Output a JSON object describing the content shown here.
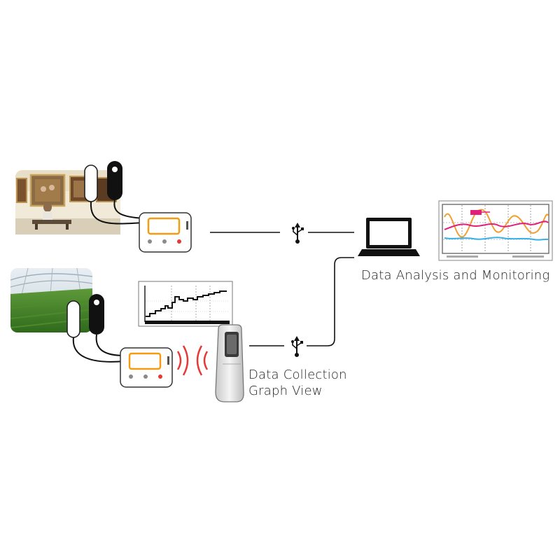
{
  "labels": {
    "analysis": "Data Analysis and Monitoring",
    "collection_line1": "Data Collection",
    "collection_line2": "Graph View"
  },
  "icons": [
    "museum-photo",
    "greenhouse-photo",
    "sensor-probe-icon",
    "data-logger-icon",
    "usb-icon",
    "laptop-icon",
    "handheld-reader-icon",
    "wireless-signal-icon",
    "monitor-chart-icon",
    "step-graph-icon"
  ],
  "colors": {
    "logger_screen": "#f39c12",
    "logger_led": "#e53935",
    "wireless_arcs": "#e53935",
    "series_orange": "#f0a030",
    "series_magenta": "#e0207a",
    "series_blue": "#35b0e8"
  }
}
